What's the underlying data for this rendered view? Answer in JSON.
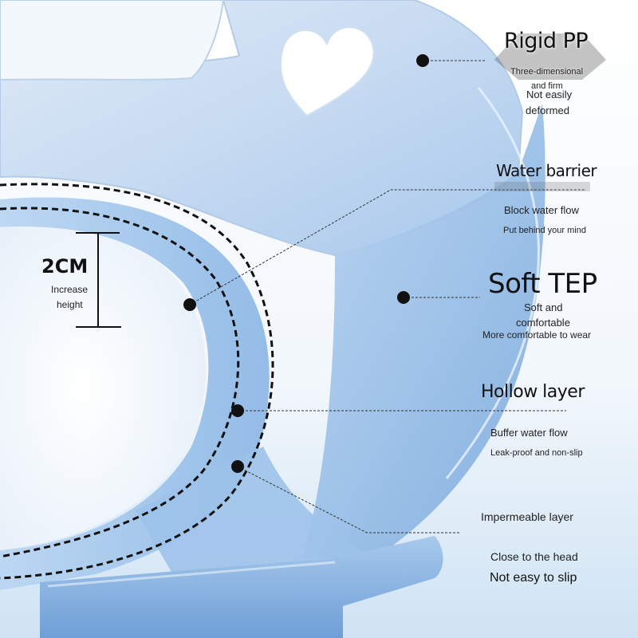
{
  "colors": {
    "background_top": "#ffffff",
    "background_bottom": "#cfe3f4",
    "shield_light": "#c6dcf4",
    "shield_mid": "#9cc2ea",
    "shield_dark": "#5e93cf",
    "text": "#111111",
    "dot": "#111111"
  },
  "labels": {
    "rigid_pp": {
      "title": "Rigid PP",
      "line1": "Three-dimensional",
      "line2": "and firm",
      "line3": "Not easily",
      "line4": "deformed"
    },
    "water_barrier": {
      "title": "Water barrier",
      "line1": "Block water flow",
      "line2": "Put behind your mind"
    },
    "soft_tep": {
      "title": "Soft TEP",
      "line1": "Soft and",
      "line2": "comfortable",
      "line3": "More comfortable to wear"
    },
    "hollow_layer": {
      "title": "Hollow layer",
      "line1": "Buffer water flow",
      "line2": "Leak-proof and non-slip"
    },
    "impermeable_layer": {
      "title": "Impermeable layer",
      "line1": "Close to the head",
      "line2": "Not easy to slip"
    },
    "height": {
      "value": "2CM",
      "line1": "Increase",
      "line2": "height"
    }
  }
}
